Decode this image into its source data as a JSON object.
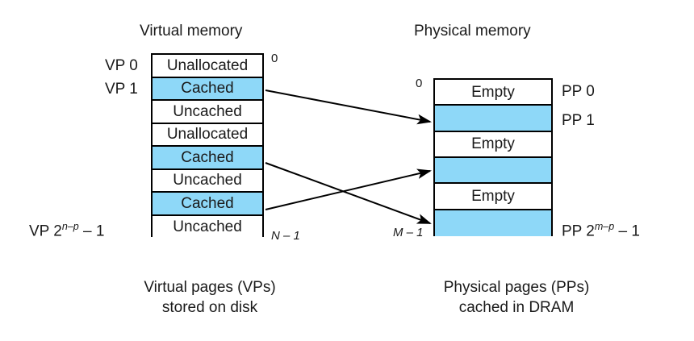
{
  "diagram": {
    "virtual": {
      "title": "Virtual memory",
      "top_marker": "0",
      "bottom_marker": "N – 1",
      "caption_line1": "Virtual pages (VPs)",
      "caption_line2": "stored on disk",
      "row_labels": [
        {
          "text": "VP 0"
        },
        {
          "text": "VP 1"
        },
        {
          "text": "VP 2",
          "sup": "n–p",
          "tail": " – 1"
        }
      ],
      "cells": [
        {
          "label": "Unallocated",
          "state": "unallocated"
        },
        {
          "label": "Cached",
          "state": "cached"
        },
        {
          "label": "Uncached",
          "state": "uncached"
        },
        {
          "label": "Unallocated",
          "state": "unallocated"
        },
        {
          "label": "Cached",
          "state": "cached"
        },
        {
          "label": "Uncached",
          "state": "uncached"
        },
        {
          "label": "Cached",
          "state": "cached"
        },
        {
          "label": "Uncached",
          "state": "uncached"
        }
      ]
    },
    "physical": {
      "title": "Physical memory",
      "top_marker": "0",
      "bottom_marker": "M – 1",
      "caption_line1": "Physical pages (PPs)",
      "caption_line2": "cached in DRAM",
      "row_labels": [
        {
          "text": "PP 0"
        },
        {
          "text": "PP 1"
        },
        {
          "text": "PP 2",
          "sup": "m–p",
          "tail": " – 1"
        }
      ],
      "cells": [
        {
          "label": "Empty",
          "state": "empty"
        },
        {
          "label": "",
          "state": "occupied"
        },
        {
          "label": "Empty",
          "state": "empty"
        },
        {
          "label": "",
          "state": "occupied"
        },
        {
          "label": "Empty",
          "state": "empty"
        },
        {
          "label": "",
          "state": "occupied"
        }
      ]
    },
    "mappings": [
      {
        "from_row": 1,
        "to_row": 1
      },
      {
        "from_row": 4,
        "to_row": 5
      },
      {
        "from_row": 6,
        "to_row": 3
      }
    ],
    "colors": {
      "cached_fill": "#8ed8f8",
      "empty_fill": "#ffffff",
      "stroke": "#000000",
      "text": "#1a1a1a"
    }
  }
}
